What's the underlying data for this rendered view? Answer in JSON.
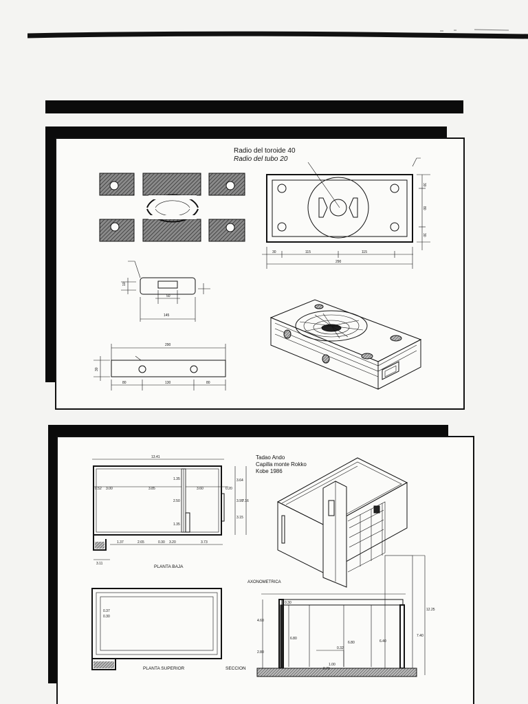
{
  "panel1": {
    "radius_label_1": "Radio del toroide 40",
    "radius_label_2": "Radio del tubo 20",
    "top_dims": [
      "30",
      "115",
      "115"
    ],
    "top_total": "290",
    "side_dims": [
      "30",
      "80",
      "30"
    ],
    "small_piece": {
      "inner": "50",
      "total": "145",
      "height": "10"
    },
    "long_piece": {
      "total": "290",
      "parts": [
        "80",
        "130",
        "80"
      ],
      "height": "30"
    }
  },
  "panel2": {
    "credit_line1": "Tadao Ando",
    "credit_line2": "Capilla monte Rokko",
    "credit_line3": "Kobe 1986",
    "plan_ground_label": "PLANTA BAJA",
    "plan_upper_label": "PLANTA SUPERIOR",
    "axonometric_label": "AXONOMETRICA",
    "section_label": "SECCION",
    "plan_top_dim": "13.41",
    "plan_row_dims": [
      "0.52",
      "3.00",
      "3.85",
      "3.60",
      "0.20"
    ],
    "plan_bottom_dims": [
      "1.37",
      "2.65",
      "0.30",
      "3.20",
      "3.73"
    ],
    "plan_right_dims": [
      "3.64",
      "3.99",
      "7.16",
      "3.15"
    ],
    "plan_inner_dims": [
      "1.35",
      "2.50",
      "1.35"
    ],
    "plan_left_small": "3.11",
    "upper_dims": [
      "0.37",
      "0.30"
    ],
    "section_dims": [
      "0.30",
      "4.60",
      "6.80",
      "6.80",
      "0.32",
      "1.00",
      "6.40",
      "12.25",
      "7.40",
      "0.70",
      "2.80"
    ]
  }
}
